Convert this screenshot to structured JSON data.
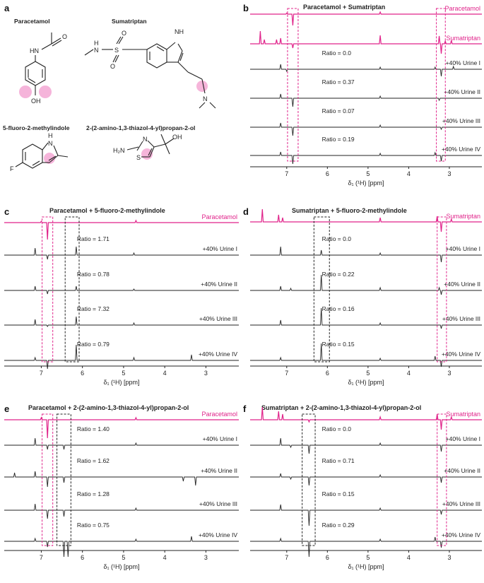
{
  "panel_a": {
    "label": "a",
    "molecules": [
      {
        "name": "Paracetamol"
      },
      {
        "name": "Sumatriptan"
      },
      {
        "name": "5-fluoro-2-methylindole"
      },
      {
        "name": "2-(2-amino-1,3-thiazol-4-yl)propan-2-ol"
      }
    ],
    "atoms": {
      "hn": "HN",
      "o": "O",
      "oh": "OH",
      "s": "S",
      "n": "N",
      "h": "H",
      "nh": "NH",
      "hn2": "H",
      "f": "F",
      "h2n": "H₂N",
      "oh2": "OH"
    }
  },
  "colors": {
    "reference": "#e0238a",
    "urine": "#222222",
    "highlight": "#f4a8d4"
  },
  "chart_data": [
    {
      "type": "line",
      "panel": "b",
      "title": "Paracetamol + Sumatriptan",
      "xlabel": "δ₁ (¹H) [ppm]",
      "xlim": [
        7.9,
        2.2
      ],
      "xticks": [
        7,
        6,
        5,
        4,
        3
      ],
      "references": [
        {
          "name": "Paracetamol",
          "peaks": [
            [
              6.85,
              -16
            ],
            [
              7.0,
              1.5
            ],
            [
              4.7,
              3
            ]
          ]
        },
        {
          "name": "Sumatriptan",
          "peaks": [
            [
              7.65,
              18
            ],
            [
              7.55,
              6
            ],
            [
              7.25,
              6
            ],
            [
              7.15,
              8
            ],
            [
              6.85,
              -6
            ],
            [
              4.7,
              12
            ],
            [
              3.2,
              -14
            ],
            [
              3.25,
              11
            ],
            [
              3.1,
              4
            ],
            [
              2.95,
              5
            ]
          ]
        }
      ],
      "traces": [
        {
          "label": "+40% Urine I",
          "ratio": "Ratio = 0.0",
          "peaks": [
            [
              7.15,
              7
            ],
            [
              7.0,
              -3
            ],
            [
              4.7,
              3
            ],
            [
              3.35,
              3
            ],
            [
              3.2,
              -10
            ],
            [
              2.9,
              4
            ]
          ]
        },
        {
          "label": "+40% Urine II",
          "ratio": "Ratio = 0.37",
          "peaks": [
            [
              7.15,
              6
            ],
            [
              6.85,
              -12
            ],
            [
              4.7,
              3
            ],
            [
              3.25,
              -3
            ]
          ]
        },
        {
          "label": "+40% Urine III",
          "ratio": "Ratio = 0.07",
          "peaks": [
            [
              7.15,
              6
            ],
            [
              6.85,
              -12
            ],
            [
              4.7,
              3
            ],
            [
              3.2,
              -3
            ]
          ]
        },
        {
          "label": "+40% Urine IV",
          "ratio": "Ratio = 0.19",
          "peaks": [
            [
              7.15,
              5
            ],
            [
              6.85,
              -12
            ],
            [
              4.7,
              3
            ],
            [
              3.35,
              4
            ],
            [
              3.2,
              -8
            ]
          ]
        }
      ],
      "boxes": [
        {
          "from": 6.98,
          "to": 6.72,
          "color": "#e0238a"
        },
        {
          "from": 3.32,
          "to": 3.1,
          "color": "#e0238a"
        }
      ]
    },
    {
      "type": "line",
      "panel": "c",
      "title": "Paracetamol + 5-fluoro-2-methylindole",
      "xlabel": "δ₁ (¹H) [ppm]",
      "xlim": [
        7.9,
        2.2
      ],
      "xticks": [
        7,
        6,
        5,
        4,
        3
      ],
      "references": [
        {
          "name": "Paracetamol",
          "peaks": [
            [
              6.85,
              -24
            ],
            [
              7.0,
              2
            ],
            [
              4.7,
              3
            ]
          ]
        }
      ],
      "traces": [
        {
          "label": "+40% Urine I",
          "ratio": "Ratio = 1.71",
          "peaks": [
            [
              7.15,
              10
            ],
            [
              6.85,
              -6
            ],
            [
              6.15,
              12
            ],
            [
              4.75,
              3
            ]
          ]
        },
        {
          "label": "+40% Urine II",
          "ratio": "Ratio = 0.78",
          "peaks": [
            [
              7.15,
              6
            ],
            [
              6.85,
              -5
            ],
            [
              6.15,
              6
            ],
            [
              4.75,
              2
            ]
          ]
        },
        {
          "label": "+40% Urine III",
          "ratio": "Ratio = 7.32",
          "peaks": [
            [
              7.15,
              8
            ],
            [
              6.85,
              -2
            ],
            [
              6.15,
              12
            ],
            [
              4.75,
              3
            ]
          ]
        },
        {
          "label": "+40% Urine IV",
          "ratio": "Ratio = 0.79",
          "peaks": [
            [
              7.15,
              4
            ],
            [
              6.85,
              -12
            ],
            [
              6.15,
              22
            ],
            [
              4.75,
              4
            ],
            [
              3.35,
              8
            ]
          ]
        }
      ],
      "boxes": [
        {
          "from": 6.98,
          "to": 6.72,
          "color": "#e0238a"
        },
        {
          "from": 6.42,
          "to": 6.08,
          "color": "#222222"
        }
      ]
    },
    {
      "type": "line",
      "panel": "d",
      "title": "Sumatriptan + 5-fluoro-2-methylindole",
      "xlabel": "δ₁ (¹H) [ppm]",
      "xlim": [
        7.9,
        2.2
      ],
      "xticks": [
        7,
        6,
        5,
        4,
        3
      ],
      "references": [
        {
          "name": "Sumatriptan",
          "peaks": [
            [
              7.6,
              18
            ],
            [
              7.2,
              10
            ],
            [
              7.1,
              6
            ],
            [
              4.7,
              6
            ],
            [
              3.2,
              -14
            ],
            [
              3.3,
              8
            ],
            [
              2.95,
              4
            ]
          ]
        }
      ],
      "traces": [
        {
          "label": "+40% Urine I",
          "ratio": "Ratio = 0.0",
          "peaks": [
            [
              7.15,
              12
            ],
            [
              6.15,
              7
            ],
            [
              4.7,
              3
            ],
            [
              3.2,
              -10
            ]
          ]
        },
        {
          "label": "+40% Urine II",
          "ratio": "Ratio = 0.22",
          "peaks": [
            [
              7.15,
              6
            ],
            [
              6.9,
              3
            ],
            [
              6.15,
              22
            ],
            [
              4.7,
              4
            ],
            [
              3.25,
              4
            ],
            [
              3.2,
              -6
            ]
          ]
        },
        {
          "label": "+40% Urine III",
          "ratio": "Ratio = 0.16",
          "peaks": [
            [
              7.15,
              7
            ],
            [
              6.15,
              24
            ],
            [
              4.7,
              3
            ],
            [
              3.2,
              -5
            ]
          ]
        },
        {
          "label": "+40% Urine IV",
          "ratio": "Ratio = 0.15",
          "peaks": [
            [
              7.15,
              4
            ],
            [
              6.15,
              24
            ],
            [
              4.7,
              3
            ],
            [
              3.35,
              6
            ],
            [
              3.2,
              -9
            ]
          ]
        }
      ],
      "boxes": [
        {
          "from": 6.33,
          "to": 5.95,
          "color": "#222222"
        },
        {
          "from": 3.3,
          "to": 3.07,
          "color": "#e0238a"
        }
      ]
    },
    {
      "type": "line",
      "panel": "e",
      "title": "Paracetamol + 2-(2-amino-1,3-thiazol-4-yl)propan-2-ol",
      "xlabel": "δ₁ (¹H) [ppm]",
      "xlim": [
        7.9,
        2.2
      ],
      "xticks": [
        7,
        6,
        5,
        4,
        3
      ],
      "references": [
        {
          "name": "Paracetamol",
          "peaks": [
            [
              6.85,
              -26
            ],
            [
              7.0,
              3
            ],
            [
              4.7,
              3
            ]
          ]
        }
      ],
      "traces": [
        {
          "label": "+40% Urine I",
          "ratio": "Ratio = 1.40",
          "peaks": [
            [
              7.15,
              10
            ],
            [
              6.85,
              -6
            ],
            [
              6.45,
              -6
            ],
            [
              4.7,
              3
            ]
          ]
        },
        {
          "label": "+40% Urine II",
          "ratio": "Ratio = 1.62",
          "peaks": [
            [
              7.65,
              6
            ],
            [
              7.15,
              8
            ],
            [
              6.85,
              -14
            ],
            [
              6.45,
              -8
            ],
            [
              3.55,
              -6
            ],
            [
              3.25,
              -12
            ]
          ]
        },
        {
          "label": "+40% Urine III",
          "ratio": "Ratio = 1.28",
          "peaks": [
            [
              7.15,
              9
            ],
            [
              6.85,
              -12
            ],
            [
              6.45,
              -9
            ],
            [
              4.7,
              3
            ]
          ]
        },
        {
          "label": "+40% Urine IV",
          "ratio": "Ratio = 0.75",
          "peaks": [
            [
              7.15,
              4
            ],
            [
              6.85,
              -8
            ],
            [
              6.45,
              -22
            ],
            [
              6.35,
              -22
            ],
            [
              4.7,
              3
            ],
            [
              3.35,
              7
            ]
          ]
        }
      ],
      "boxes": [
        {
          "from": 6.98,
          "to": 6.72,
          "color": "#e0238a"
        },
        {
          "from": 6.62,
          "to": 6.28,
          "color": "#222222"
        }
      ]
    },
    {
      "type": "line",
      "panel": "f",
      "title": "Sumatriptan + 2-(2-amino-1,3-thiazol-4-yl)propan-2-ol",
      "xlabel": "δ₁ (¹H) [ppm]",
      "xlim": [
        7.9,
        2.2
      ],
      "xticks": [
        7,
        6,
        5,
        4,
        3
      ],
      "references": [
        {
          "name": "Sumatriptan",
          "peaks": [
            [
              7.6,
              18
            ],
            [
              7.2,
              12
            ],
            [
              7.1,
              8
            ],
            [
              6.45,
              -3
            ],
            [
              4.7,
              4
            ],
            [
              3.2,
              -14
            ],
            [
              3.3,
              8
            ],
            [
              2.95,
              4
            ]
          ]
        }
      ],
      "traces": [
        {
          "label": "+40% Urine I",
          "ratio": "Ratio = 0.0",
          "peaks": [
            [
              7.15,
              10
            ],
            [
              6.9,
              -3
            ],
            [
              6.45,
              -12
            ],
            [
              4.7,
              3
            ],
            [
              3.2,
              -9
            ]
          ]
        },
        {
          "label": "+40% Urine II",
          "ratio": "Ratio = 0.71",
          "peaks": [
            [
              7.15,
              5
            ],
            [
              6.9,
              -3
            ],
            [
              6.45,
              -12
            ],
            [
              4.7,
              3
            ],
            [
              3.2,
              -8
            ]
          ]
        },
        {
          "label": "+40% Urine III",
          "ratio": "Ratio = 0.15",
          "peaks": [
            [
              7.15,
              8
            ],
            [
              6.45,
              -22
            ],
            [
              4.7,
              3
            ],
            [
              3.2,
              -6
            ]
          ]
        },
        {
          "label": "+40% Urine IV",
          "ratio": "Ratio = 0.29",
          "peaks": [
            [
              7.15,
              4
            ],
            [
              6.45,
              -22
            ],
            [
              4.7,
              3
            ],
            [
              3.35,
              6
            ],
            [
              3.2,
              -9
            ]
          ]
        }
      ],
      "boxes": [
        {
          "from": 6.62,
          "to": 6.3,
          "color": "#222222"
        },
        {
          "from": 3.3,
          "to": 3.07,
          "color": "#e0238a"
        }
      ]
    }
  ]
}
